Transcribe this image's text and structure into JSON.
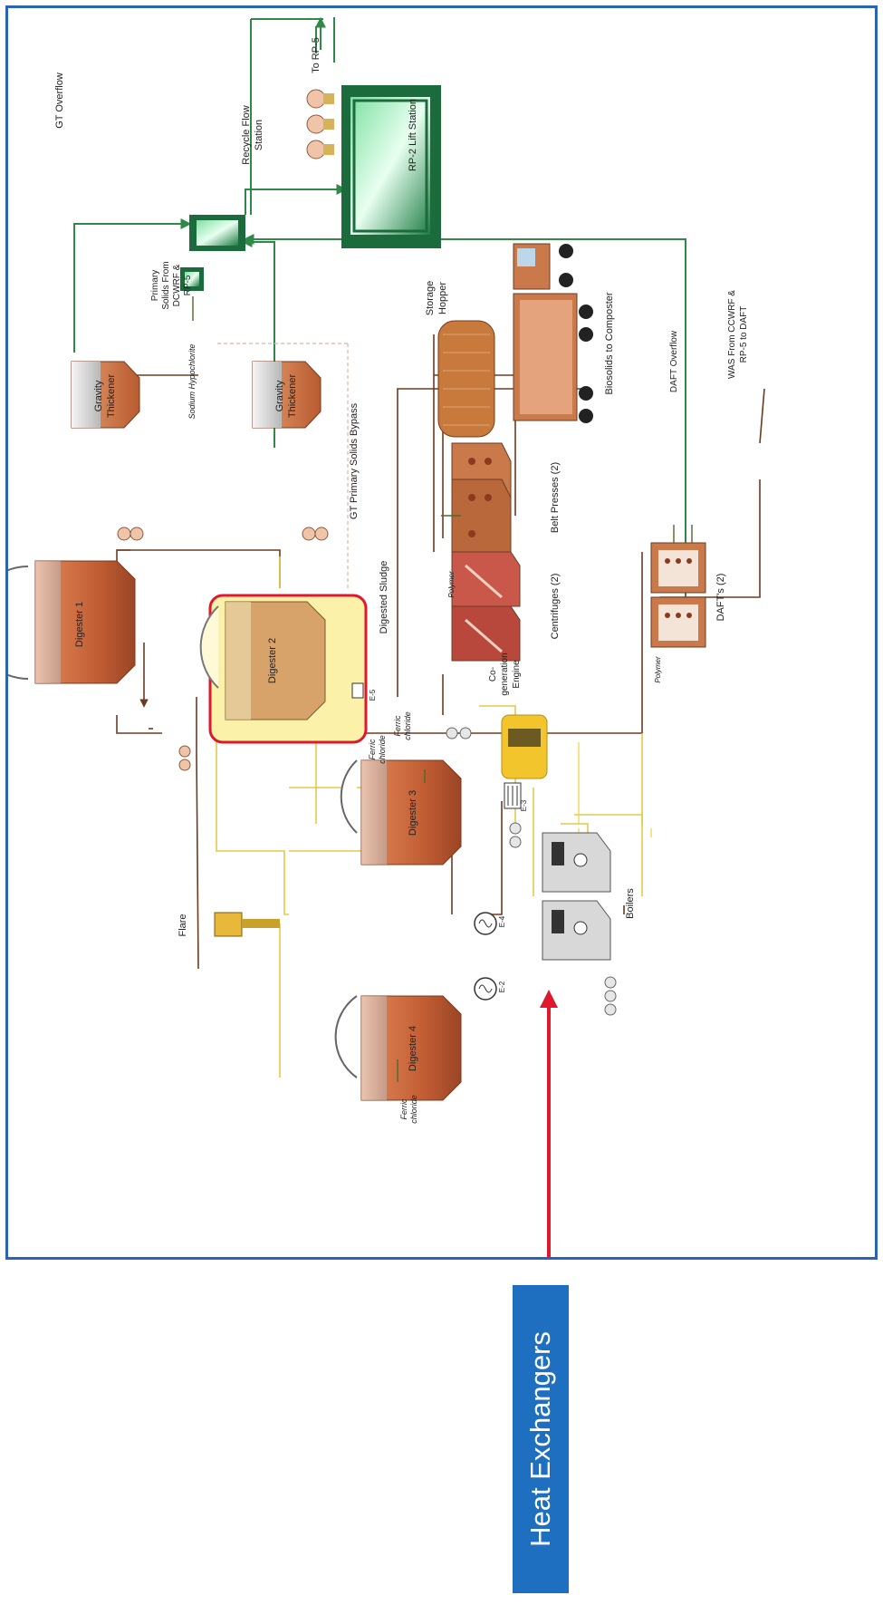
{
  "labels": {
    "to_rp5": "To RP-5",
    "recycle_flow_station_1": "Recycle Flow",
    "recycle_flow_station_2": "Station",
    "rp2_lift_station": "RP-2 Lift Station",
    "gt_overflow": "GT Overflow",
    "primary_solids_1": "Primary",
    "primary_solids_2": "Solids From",
    "primary_solids_3": "DCWRF &",
    "primary_solids_4": "RP-5",
    "storage_hopper_1": "Storage",
    "storage_hopper_2": "Hopper",
    "biosolids_composter": "Biosolids to Composter",
    "dafts": "DAFT's (2)",
    "daft_overflow": "DAFT Overflow",
    "was_1": "WAS From CCWRF &",
    "was_2": "RP-5 to DAFT",
    "gravity_thickener_top_1": "Gravity",
    "gravity_thickener_top_2": "Thickener",
    "gravity_thickener_bottom_1": "Gravity",
    "gravity_thickener_bottom_2": "Thickener",
    "sodium_hypochlorite": "Sodium Hypochlorite",
    "gt_primary_solids_bypass": "GT Primary Solids Bypass",
    "belt_presses": "Belt Presses (2)",
    "centrifuges": "Centrifuges (2)",
    "polymer_centrifuge": "Polymer",
    "polymer_daft": "Polymer",
    "digested_sludge": "Digested Sludge",
    "digester_1": "Digester 1",
    "digester_2": "Digester 2",
    "digester_3": "Digester 3",
    "digester_4": "Digester 4",
    "e5": "E-5",
    "cogeneration_1": "Co-",
    "cogeneration_2": "generation",
    "cogeneration_3": "Engine",
    "ferric_chloride_upper_1": "Ferric",
    "ferric_chloride_upper_2": "chloride",
    "ferric_chloride_d3_1": "Ferric",
    "ferric_chloride_d3_2": "chloride",
    "ferric_chloride_d4_1": "Ferric",
    "ferric_chloride_d4_2": "chloride",
    "e3": "E-3",
    "boilers": "Boilers",
    "flare": "Flare",
    "e4": "E-4",
    "e2": "E-2"
  },
  "callout": {
    "text": "Heat Exchangers"
  },
  "colors": {
    "border": "#2b63b8",
    "callout_bg": "#1f6fc0",
    "arrow_red": "#e0182d",
    "green_line": "#2f8a4a",
    "gas_line": "#e2c84a",
    "highlight_fill": "#fbf1a8",
    "digester_fill": "#c8643a",
    "thickener_fill": "#d9854f"
  }
}
